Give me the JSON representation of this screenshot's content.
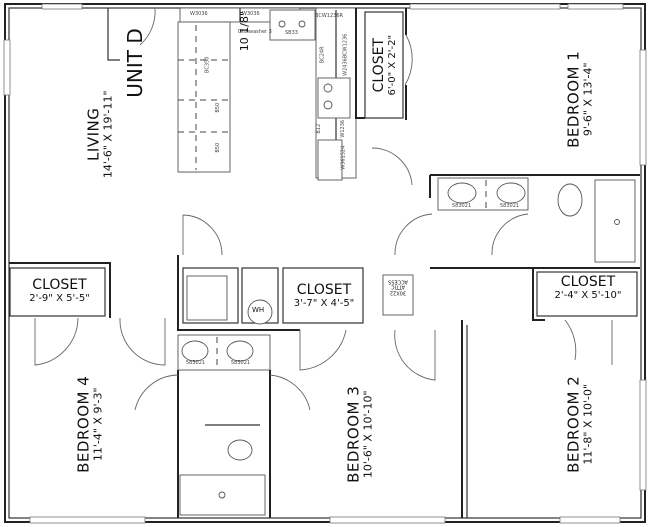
{
  "plan": {
    "unit_label": "UNIT D",
    "rooms": {
      "living": {
        "name": "LIVING",
        "dims": "14'-6\" X 19'-11\""
      },
      "bedroom1": {
        "name": "BEDROOM 1",
        "dims": "9'-6\" X 13'-4\""
      },
      "bedroom2": {
        "name": "BEDROOM 2",
        "dims": "11'-8\" X 10'-0\""
      },
      "bedroom3": {
        "name": "BEDROOM 3",
        "dims": "10'-6\" X 10'-10\""
      },
      "bedroom4": {
        "name": "BEDROOM 4",
        "dims": "11'-4\" X 9'-3\""
      }
    },
    "closets": {
      "bed1": {
        "name": "CLOSET",
        "dims": "6'-0\" X 2'-2\""
      },
      "bed4": {
        "name": "CLOSET",
        "dims": "2'-9\" X 5'-5\""
      },
      "bed3": {
        "name": "CLOSET",
        "dims": "3'-7\" X 4'-5\""
      },
      "bed2": {
        "name": "CLOSET",
        "dims": "2'-4\" X 5'-10\""
      }
    },
    "kitchen": {
      "dimension": "10 1/8\"",
      "labels": {
        "w3036_a": "W3036",
        "w3036_b": "W3036",
        "dishwasher": "Dishwasher 3",
        "sink": "SB33",
        "bcw_top": "BCW1236R",
        "bc24r": "BC24R",
        "w2436": "W2436BCW1236",
        "bc350": "BC350",
        "b50_a": "B50",
        "b50_b": "B50",
        "b12": "B12",
        "w1236": "W1236",
        "w361524": "W361524"
      }
    },
    "fixtures": {
      "sink_model": "583021",
      "water_heater": "WH",
      "attic": {
        "line1": "30X22",
        "line2": "ATTIC",
        "line3": "ACCESS"
      }
    }
  }
}
